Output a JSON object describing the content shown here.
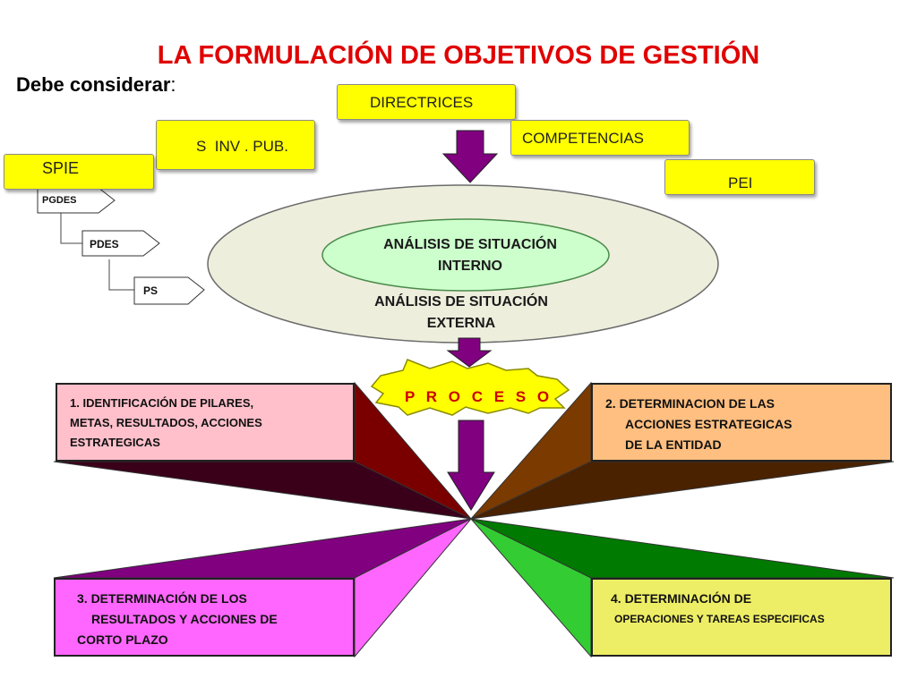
{
  "title": "LA FORMULACIÓN DE OBJETIVOS DE GESTIÓN",
  "subtitle": "Debe considerar",
  "subtitle_colon": ":",
  "inputs": {
    "directrices": "DIRECTRICES",
    "competencias": "COMPETENCIAS",
    "sinvpub": "S  INV . PUB.",
    "spie": "SPIE",
    "pei": "PEI"
  },
  "hierarchy": [
    "PGDES",
    "PDES",
    "PS"
  ],
  "analysis": {
    "internal": [
      "ANÁLISIS DE SITUACIÓN",
      "INTERNO"
    ],
    "external": [
      "ANÁLISIS DE SITUACIÓN",
      "EXTERNA"
    ]
  },
  "process": "P R O C E S O",
  "steps": [
    {
      "lines": [
        "1. IDENTIFICACIÓN DE PILARES,",
        "METAS, RESULTADOS, ACCIONES",
        "ESTRATEGICAS"
      ],
      "color": "#ffc0cb",
      "shade": "#7a0000"
    },
    {
      "lines": [
        "2. DETERMINACION DE LAS",
        "ACCIONES ESTRATEGICAS",
        "DE LA ENTIDAD"
      ],
      "color": "#ffbf80",
      "shade": "#7a3a00"
    },
    {
      "lines": [
        "3. DETERMINACIÓN DE LOS",
        "RESULTADOS Y ACCIONES DE",
        "CORTO PLAZO"
      ],
      "color": "#ff66ff",
      "shade": "#7a007a"
    },
    {
      "lines": [
        "4. DETERMINACIÓN DE",
        "OPERACIONES Y TAREAS ESPECIFICAS"
      ],
      "color": "#eeee66",
      "shade": "#007a00"
    }
  ],
  "colors": {
    "title": "#e00000",
    "input_box": "#ffff00",
    "arrow": "#800080",
    "outer_ellipse": "#eeeedd",
    "inner_ellipse": "#ccffcc",
    "star": "#ffff00"
  }
}
